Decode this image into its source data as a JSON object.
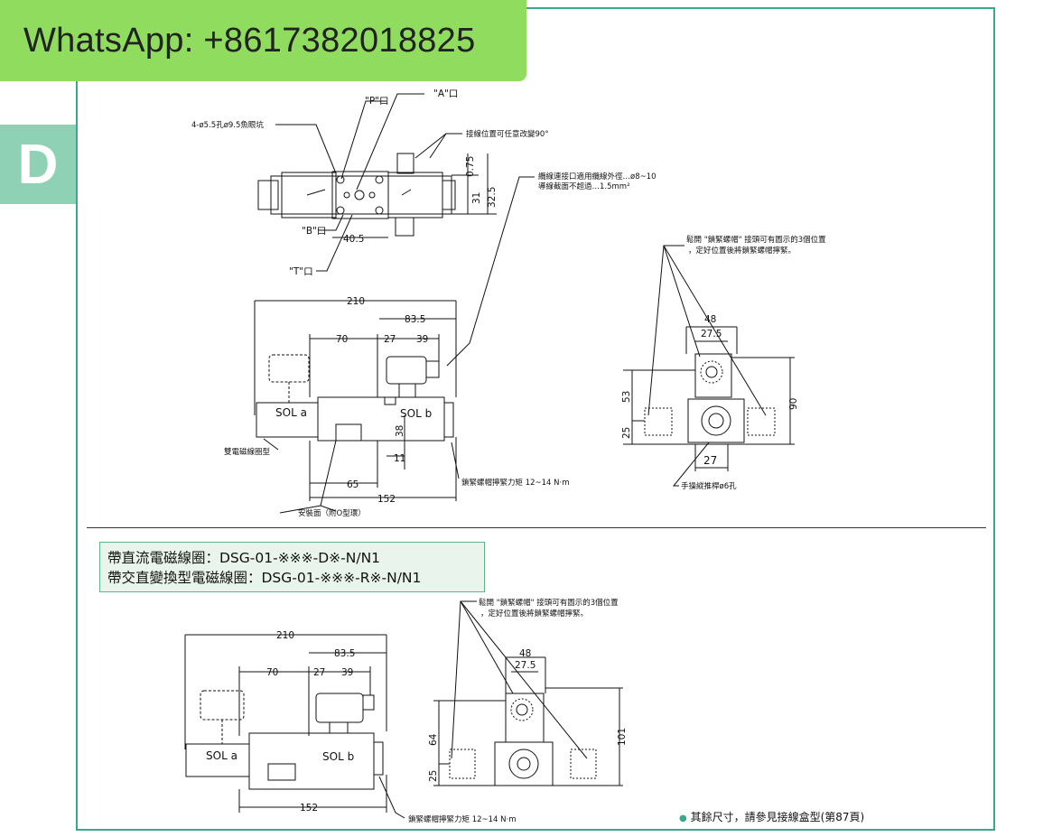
{
  "banner": {
    "text": "WhatsApp: +8617382018825"
  },
  "section_tab": {
    "letter": "D"
  },
  "top_view": {
    "label_p": "\"P\"口",
    "label_a": "\"A\"口",
    "label_b": "\"B\"口",
    "label_t": "\"T\"口",
    "label_holes": "4-ø5.5孔ø9.5魚眼坑",
    "label_wiring": "接線位置可任意改變90°",
    "label_cable_1": "纜線連接口適用纜線外徑…ø8~10",
    "label_cable_2": "導線截面不超過…1.5mm²",
    "dim_40_5": "40.5",
    "dim_0_75": "0.75",
    "dim_31": "31",
    "dim_32_5": "32.5"
  },
  "dc_side_view": {
    "dim_210": "210",
    "dim_83_5": "83.5",
    "dim_70": "70",
    "dim_27": "27",
    "dim_39": "39",
    "dim_38": "38",
    "dim_11": "11",
    "dim_65": "65",
    "dim_152": "152",
    "sol_a": "SOL a",
    "sol_b": "SOL b",
    "label_double": "雙電磁線圈型",
    "label_torque": "鎖緊螺帽擰緊力矩 12~14 N·m",
    "label_mount": "安裝面（附O型環）"
  },
  "dc_end_view": {
    "note_1": "鬆開 \"鎖緊螺帽\" 接頭可有圖示的3個位置",
    "note_2": "，定好位置後將鎖緊螺帽擰緊。",
    "dim_48": "48",
    "dim_27_5": "27.5",
    "dim_53": "53",
    "dim_25": "25",
    "dim_90": "90",
    "dim_27": "27",
    "label_manual": "手操縱推桿ø6孔"
  },
  "model_box": {
    "line_1": "帶直流電磁線圈：DSG-01-※※※-D※-N/N1",
    "line_2": "帶交直變換型電磁線圈：DSG-01-※※※-R※-N/N1"
  },
  "ac_side_view": {
    "dim_210": "210",
    "dim_83_5": "83.5",
    "dim_70": "70",
    "dim_27": "27",
    "dim_39": "39",
    "dim_152": "152",
    "sol_a": "SOL a",
    "sol_b": "SOL b",
    "label_torque": "鎖緊螺帽擰緊力矩 12~14 N·m"
  },
  "ac_end_view": {
    "note_1": "鬆開 \"鎖緊螺帽\" 接頭可有圖示的3個位置",
    "note_2": "，定好位置後將鎖緊螺帽擰緊。",
    "dim_48": "48",
    "dim_27_5": "27.5",
    "dim_64": "64",
    "dim_25": "25",
    "dim_101": "101"
  },
  "footnote": {
    "text": "其餘尺寸，請參見接線盒型(第87頁)"
  },
  "colors": {
    "banner": "#8fdc5e",
    "tab": "#8fd1b4",
    "frame": "#3aa88a",
    "model_box": "#e9f5ec"
  }
}
